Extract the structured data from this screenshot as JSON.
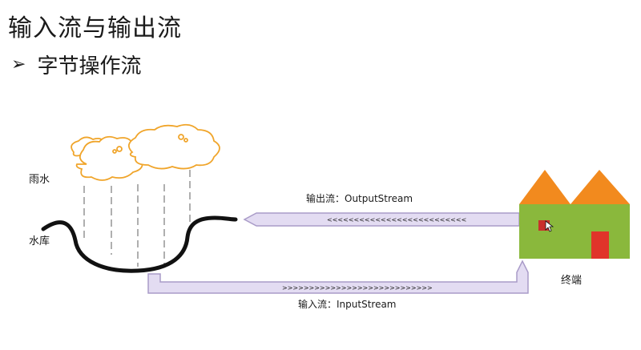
{
  "slide": {
    "title": "输入流与输出流",
    "bullet": "字节操作流"
  },
  "diagram": {
    "rain_label": "雨水",
    "reservoir_label": "水库",
    "terminal_label": "终端",
    "output_stream_label": "输出流：OutputStream",
    "output_stream_arrows": "<<<<<<<<<<<<<<<<<<<<<<<<<<",
    "input_stream_label": "输入流：InputStream",
    "input_stream_arrows": ">>>>>>>>>>>>>>>>>>>>>>>>>>>>"
  },
  "colors": {
    "cloud_stroke": "#f0a52b",
    "pipe_fill": "#e3dcf2",
    "pipe_stroke": "#a99bc8",
    "roof": "#f28a1e",
    "wall": "#8ab83c",
    "door": "#e0342a"
  }
}
